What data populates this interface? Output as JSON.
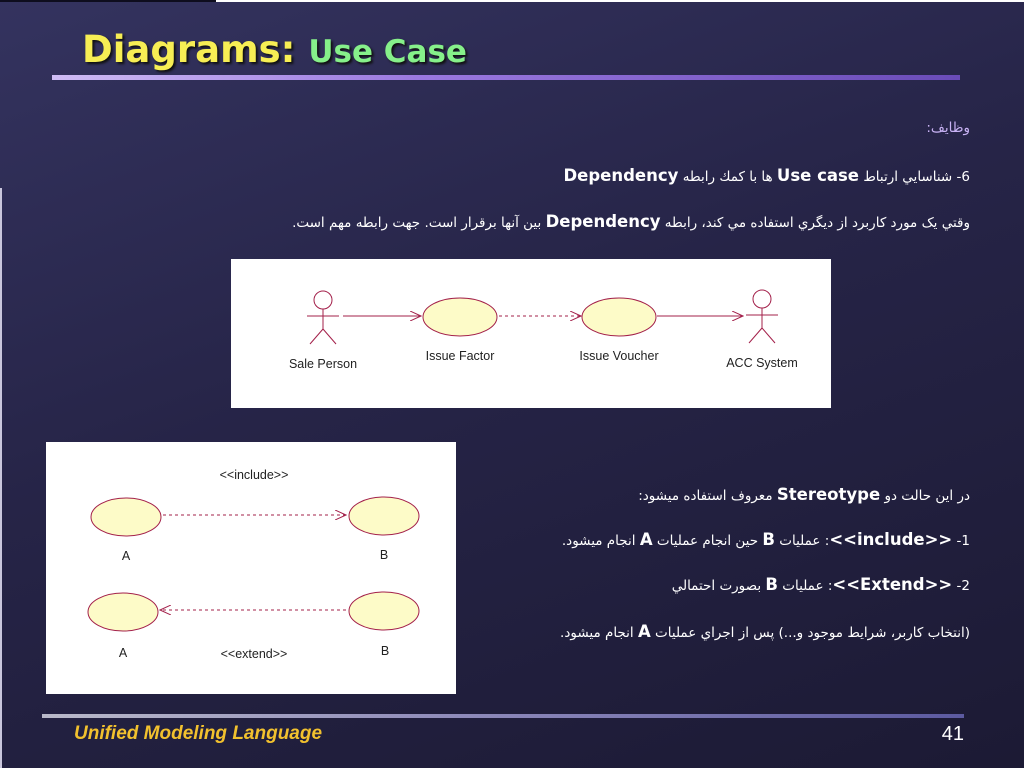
{
  "title": {
    "main": "Diagrams",
    "colon": ":",
    "sub": "Use Case"
  },
  "intro": {
    "heading": "وظايف:",
    "line1": {
      "prefix": "6- شناسايي ارتباط",
      "term1": "Use case",
      "middle": "ها با كمك رابطه",
      "term2": "Dependency"
    },
    "line2": {
      "before": "وقتي يک مورد کاربرد از ديگري استفاده مي کند، رابطه",
      "term": "Dependency",
      "after": "بين آنها برقرار است. جهت رابطه مهم است."
    }
  },
  "dependency_diagram": {
    "actor_left": "Sale Person",
    "usecase_1": "Issue Factor",
    "usecase_2": "Issue Voucher",
    "actor_right": "ACC System"
  },
  "stereotype_diagram": {
    "include_label": "<<include>>",
    "extend_label": "<<extend>>",
    "top_a": "A",
    "top_b": "B",
    "bottom_a": "A",
    "bottom_b": "B"
  },
  "stereotypes": {
    "line0": {
      "before": "در اين حالت دو",
      "term": "Stereotype",
      "after": "معروف استفاده ميشود:"
    },
    "line1": {
      "num": "1-",
      "term": "<<include>>",
      "t1": ": عمليات",
      "b": "B",
      "t2": "حين انجام عمليات",
      "a": "A",
      "t3": "انجام ميشود."
    },
    "line2": {
      "num": "2-",
      "term": "<<Extend>>",
      "t1": ": عمليات",
      "b": "B",
      "t2": "بصورت احتمالي"
    },
    "line3": {
      "t1": "(انتخاب کاربر، شرايط موجود و...) پس از اجراي عمليات",
      "a": "A",
      "t2": "انجام ميشود."
    }
  },
  "footer": {
    "title": "Unified Modeling Language",
    "page": "41"
  },
  "colors": {
    "title": "#f7ee54",
    "subtitle": "#86f08a",
    "footer": "#f2c12e",
    "arrow": "#a3204a"
  }
}
